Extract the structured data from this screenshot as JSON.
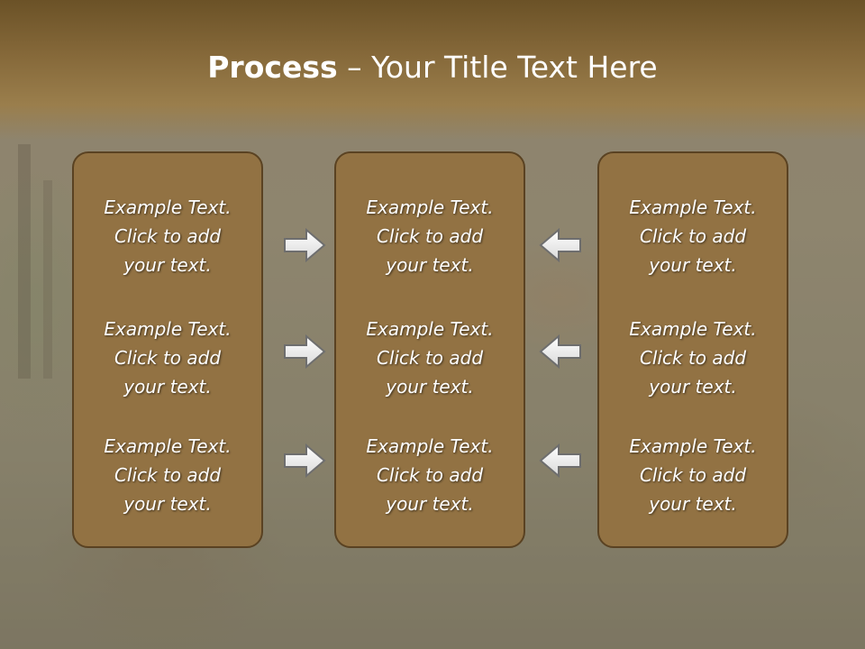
{
  "title": {
    "bold": "Process",
    "rest": " – Your Title Text Here"
  },
  "columns": [
    {
      "items": [
        {
          "l1": "Example Text.",
          "l2": "Click  to add",
          "l3": "your text."
        },
        {
          "l1": "Example Text.",
          "l2": "Click  to add",
          "l3": "your text."
        },
        {
          "l1": "Example Text.",
          "l2": "Click  to add",
          "l3": "your text."
        }
      ]
    },
    {
      "items": [
        {
          "l1": "Example Text.",
          "l2": "Click  to add",
          "l3": "your text."
        },
        {
          "l1": "Example Text.",
          "l2": "Click  to add",
          "l3": "your text."
        },
        {
          "l1": "Example Text.",
          "l2": "Click  to add",
          "l3": "your text."
        }
      ]
    },
    {
      "items": [
        {
          "l1": "Example Text.",
          "l2": "Click  to add",
          "l3": "your text."
        },
        {
          "l1": "Example Text.",
          "l2": "Click  to add",
          "l3": "your text."
        },
        {
          "l1": "Example Text.",
          "l2": "Click  to add",
          "l3": "your text."
        }
      ]
    }
  ],
  "icons": {
    "right": "arrow-right-icon",
    "left": "arrow-left-icon"
  },
  "colors": {
    "box_fill": "#927243",
    "box_border": "#5a4222",
    "header": "#86693a",
    "text": "#ffffff"
  }
}
